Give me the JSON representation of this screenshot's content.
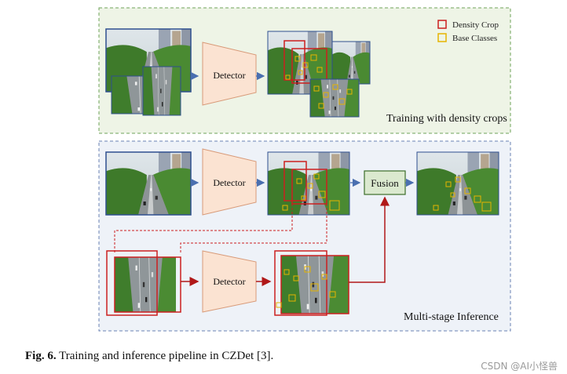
{
  "legend": {
    "density_crop": "Density Crop",
    "base_classes": "Base Classes"
  },
  "panels": {
    "training_label": "Training with density crops",
    "inference_label": "Multi-stage Inference"
  },
  "nodes": {
    "detector_label": "Detector",
    "fusion_label": "Fusion"
  },
  "caption": {
    "prefix": "Fig. 6.",
    "text": " Training and inference pipeline in CZDet [3]."
  },
  "watermark": "CSDN @AI小怪兽",
  "colors": {
    "training_panel_bg": "#eef4e6",
    "training_panel_border": "#6fa35a",
    "inference_panel_bg": "#eef2f8",
    "inference_panel_border": "#6b83b3",
    "detector_fill": "#fbe3d2",
    "detector_border": "#d89a78",
    "fusion_fill": "#dbe9cf",
    "fusion_border": "#3c6e2a",
    "density_crop": "#cc1f1f",
    "base_classes": "#e6b400",
    "arrow_blue": "#4a6fb0",
    "arrow_red": "#b01818"
  }
}
